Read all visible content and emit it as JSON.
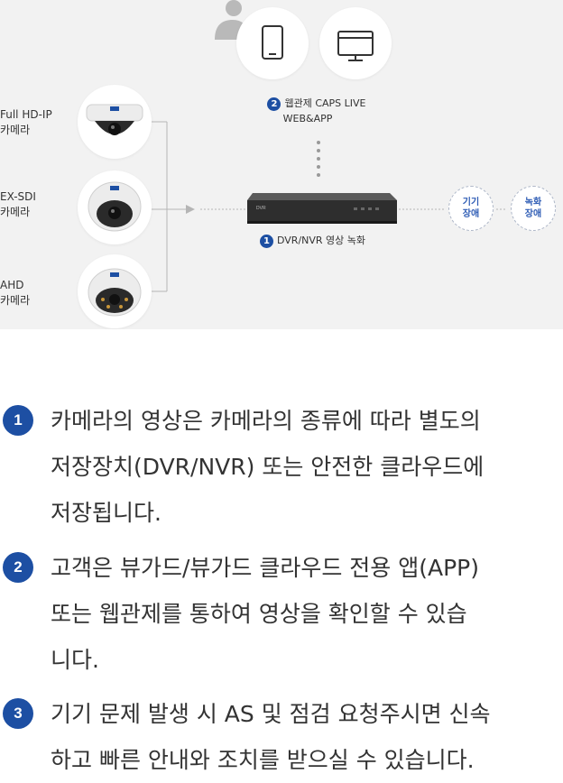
{
  "diagram": {
    "cameras": [
      {
        "line1": "Full HD-IP",
        "line2": "카메라"
      },
      {
        "line1": "EX-SDI",
        "line2": "카메라"
      },
      {
        "line1": "AHD",
        "line2": "카메라"
      }
    ],
    "caps": {
      "number": "2",
      "line1": "웹관제 CAPS LIVE",
      "line2": "WEB&APP"
    },
    "dvr": {
      "number": "1",
      "label": "DVR/NVR 영상 녹화"
    },
    "alerts": [
      {
        "line1": "기기",
        "line2": "장애"
      },
      {
        "line1": "녹화",
        "line2": "장애"
      }
    ],
    "colors": {
      "badge": "#1d4fa3",
      "panel": "#f2f2f2",
      "alert_text": "#2f5db5"
    }
  },
  "list": [
    {
      "number": "1",
      "lines": [
        "카메라의 영상은 카메라의 종류에 따라 별도의",
        "저장장치(DVR/NVR) 또는 안전한 클라우드에",
        "저장됩니다."
      ]
    },
    {
      "number": "2",
      "lines": [
        "고객은 뷰가드/뷰가드 클라우드 전용 앱(APP)",
        "또는 웹관제를 통하여 영상을 확인할 수 있습",
        "니다."
      ]
    },
    {
      "number": "3",
      "lines": [
        "기기 문제 발생 시 AS 및 점검 요청주시면 신속",
        "하고 빠른 안내와 조치를 받으실 수 있습니다."
      ]
    }
  ]
}
